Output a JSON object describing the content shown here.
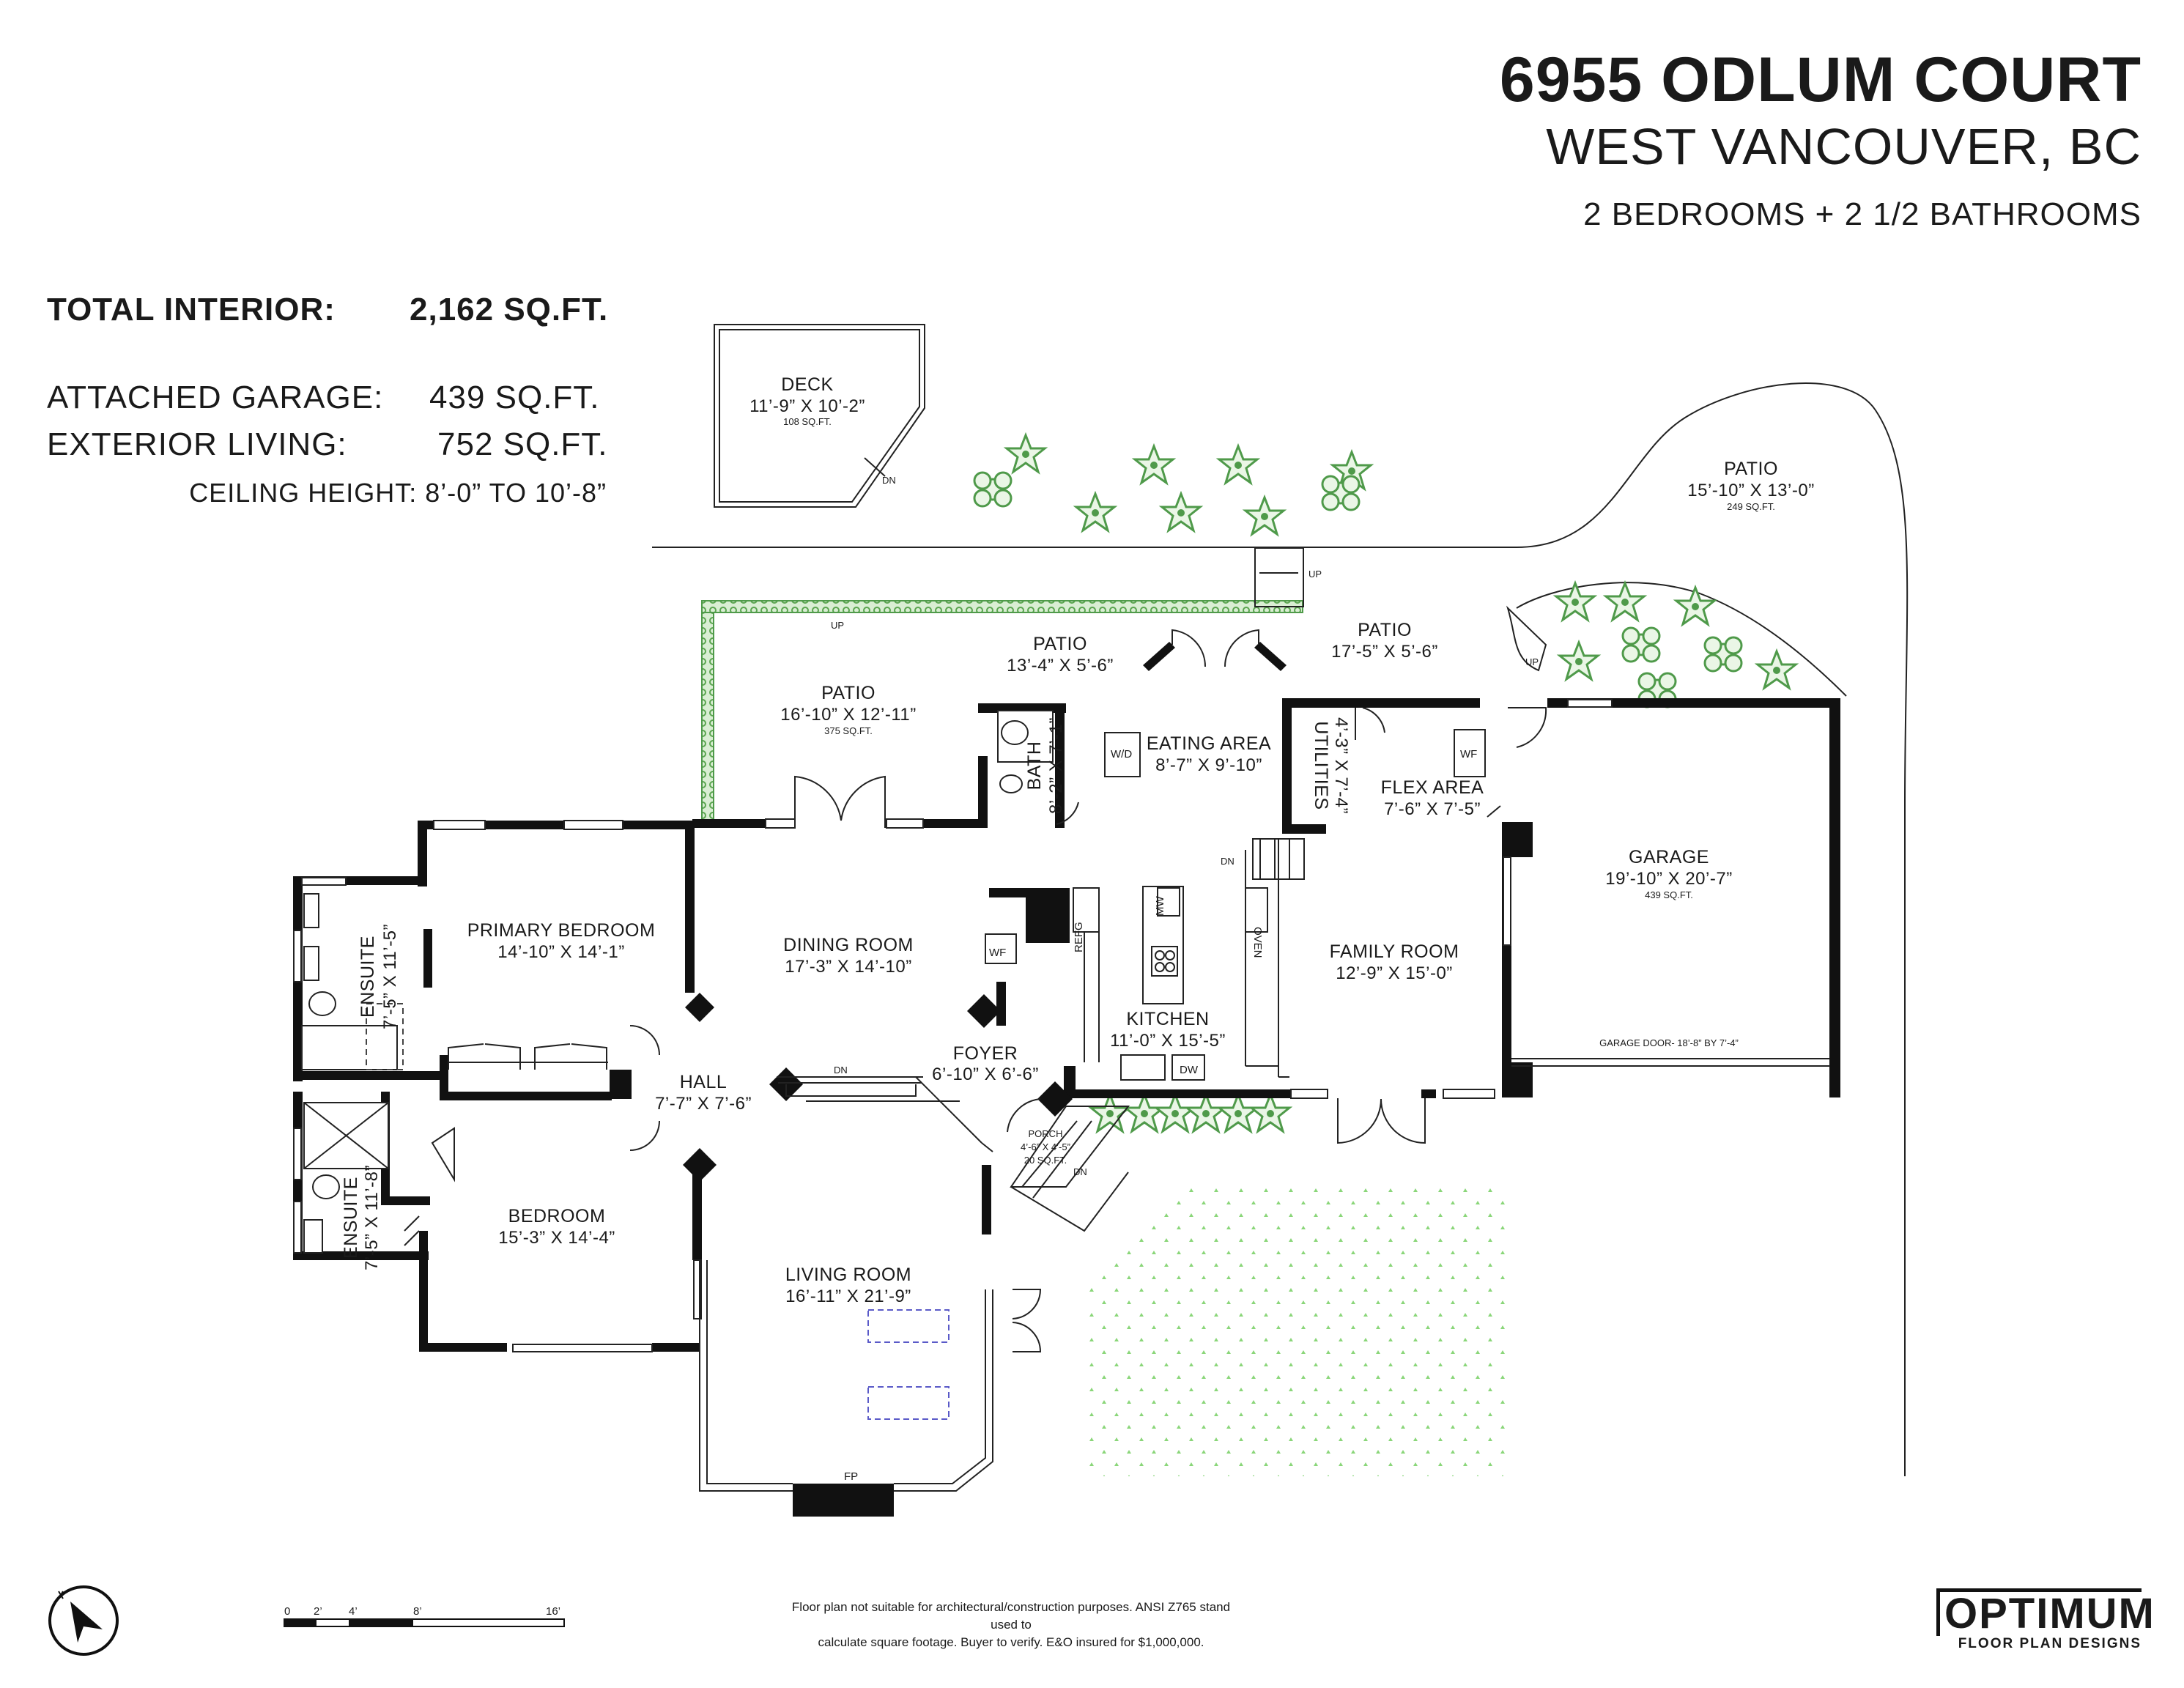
{
  "header": {
    "address": "6955 ODLUM COURT",
    "city": "WEST VANCOUVER, BC",
    "bedrooms_bathrooms": "2 BEDROOMS + 2 1/2 BATHROOMS"
  },
  "areas": {
    "total_interior_label": "TOTAL INTERIOR:",
    "total_interior_value": "2,162 SQ.FT.",
    "garage_label": "ATTACHED GARAGE:",
    "garage_value": "439 SQ.FT.",
    "exterior_label": "EXTERIOR LIVING:",
    "exterior_value": "752 SQ.FT.",
    "ceiling": "CEILING HEIGHT: 8’-0” TO 10’-8”"
  },
  "rooms": {
    "deck": {
      "name": "DECK",
      "dims": "11’-9” X 10’-2”",
      "sqft": "108 SQ.FT."
    },
    "patio_garden": {
      "name": "PATIO",
      "dims": "15’-10” X 13’-0”",
      "sqft": "249 SQ.FT."
    },
    "patio_main": {
      "name": "PATIO",
      "dims": "16’-10” X 12’-11”",
      "sqft": "375 SQ.FT."
    },
    "patio_mid": {
      "name": "PATIO",
      "dims": "13’-4” X 5’-6”"
    },
    "patio_east": {
      "name": "PATIO",
      "dims": "17’-5” X 5’-6”"
    },
    "bath": {
      "name": "BATH",
      "dims": "8’-2” X 7’-1”"
    },
    "eating": {
      "name": "EATING AREA",
      "dims": "8’-7” X 9’-10”"
    },
    "utilities": {
      "name": "UTILITIES",
      "dims": "4’-3” X 7’-4”"
    },
    "flex": {
      "name": "FLEX AREA",
      "dims": "7’-6” X 7’-5”"
    },
    "garage": {
      "name": "GARAGE",
      "dims": "19’-10” X 20’-7”",
      "sqft": "439 SQ.FT."
    },
    "garage_door": "GARAGE DOOR- 18’-8” BY 7’-4”",
    "ensuite1": {
      "name": "ENSUITE",
      "dims": "7’-5” X 11’-5”"
    },
    "primary": {
      "name": "PRIMARY BEDROOM",
      "dims": "14’-10” X 14’-1”"
    },
    "dining": {
      "name": "DINING ROOM",
      "dims": "17’-3” X 14’-10”"
    },
    "family": {
      "name": "FAMILY ROOM",
      "dims": "12’-9” X 15’-0”"
    },
    "kitchen": {
      "name": "KITCHEN",
      "dims": "11’-0” X 15’-5”"
    },
    "foyer": {
      "name": "FOYER",
      "dims": "6’-10” X 6’-6”"
    },
    "hall": {
      "name": "HALL",
      "dims": "7’-7” X 7’-6”"
    },
    "porch": {
      "name": "PORCH",
      "dims": "4’-6” X 4’-5”",
      "sqft": "20 SQ.FT."
    },
    "ensuite2": {
      "name": "ENSUITE",
      "dims": "7’-5” X 11’-8”"
    },
    "bedroom": {
      "name": "BEDROOM",
      "dims": "15’-3” X 14’-4”"
    },
    "living": {
      "name": "LIVING ROOM",
      "dims": "16’-11” X 21’-9”"
    }
  },
  "fixtures": {
    "wd": "W/D",
    "wf": "WF",
    "refg": "REFG",
    "mw": "MW",
    "oven": "OVEN",
    "dw": "DW",
    "fp": "FP",
    "up": "UP",
    "dn": "DN"
  },
  "scale": {
    "t0": "0",
    "t2": "2’",
    "t4": "4’",
    "t8": "8’",
    "t16": "16’"
  },
  "footer": {
    "disclaimer_line1": "Floor plan not suitable for architectural/construction purposes. ANSI Z765 stand used to",
    "disclaimer_line2": "calculate square footage. Buyer to verify.  E&O insured for $1,000,000.",
    "brand_line1": "OPTIMUM",
    "brand_line2": "FLOOR PLAN DESIGNS"
  },
  "colors": {
    "wall": "#111111",
    "greenery": "#4f9a4a",
    "lawn_dots": "#7ed06a",
    "stairs_hatch": "#7fbf73"
  }
}
